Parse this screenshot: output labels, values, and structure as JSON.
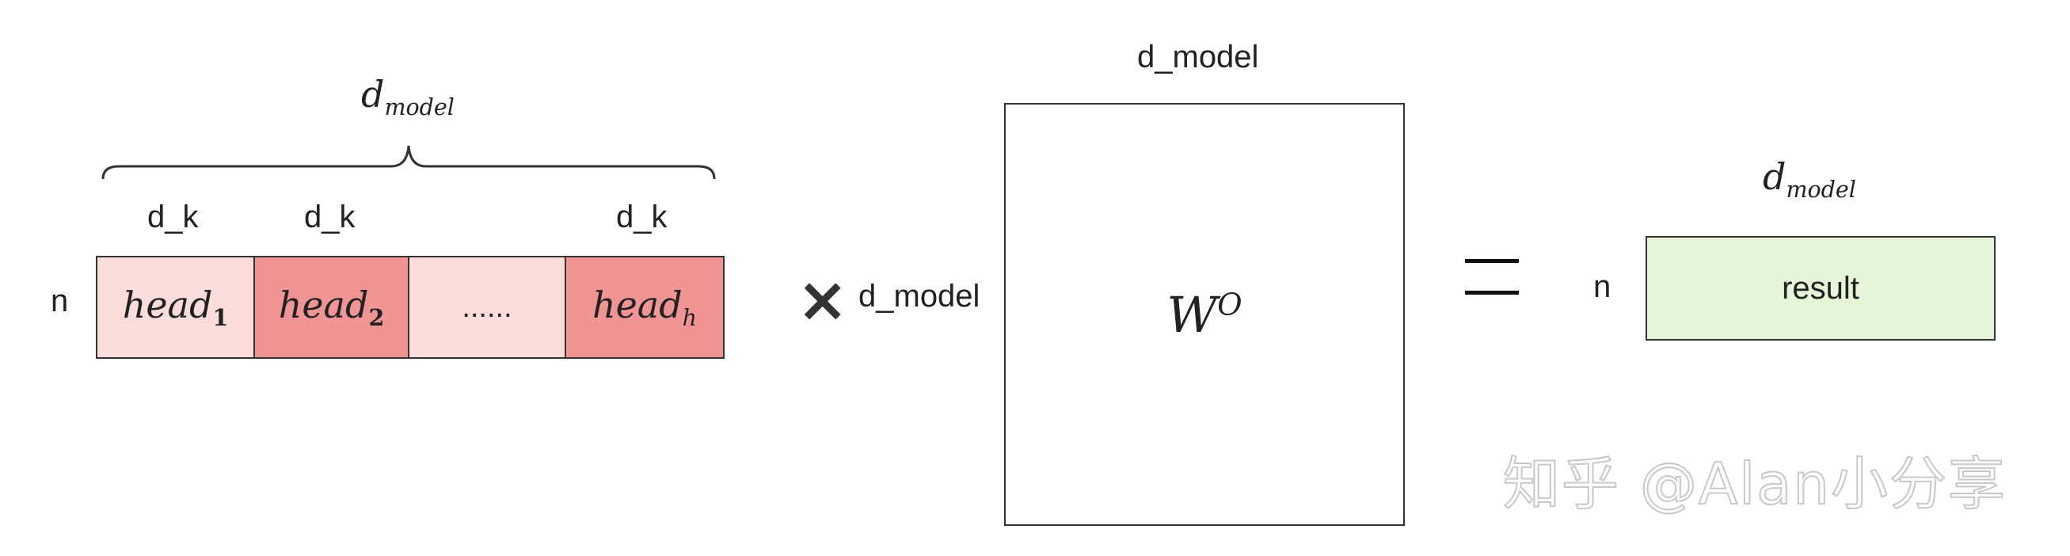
{
  "left_block": {
    "width_label_main": "d",
    "width_label_sub": "model",
    "row_label": "n",
    "col_labels": [
      "d_k",
      "d_k",
      "d_k"
    ],
    "cells": [
      {
        "text": "head",
        "sub": "1",
        "color": "#fadcdb"
      },
      {
        "text": "head",
        "sub": "2",
        "color": "#f19494"
      },
      {
        "text": "......",
        "sub": "",
        "color": "#fadcdb"
      },
      {
        "text": "head",
        "sub": "h",
        "color": "#f19494"
      }
    ]
  },
  "operator_times": "×",
  "matrix": {
    "top_label": "d_model",
    "left_label": "d_model",
    "symbol": "W",
    "sup": "O"
  },
  "result_block": {
    "width_label_main": "d",
    "width_label_sub": "model",
    "row_label": "n",
    "text": "result",
    "color": "#e4f5d8"
  },
  "watermark": "知乎 @Alan小分享",
  "colors": {
    "light_red": "#fadcdb",
    "dark_red": "#f19494",
    "light_green": "#e4f5d8",
    "border": "#333333"
  }
}
